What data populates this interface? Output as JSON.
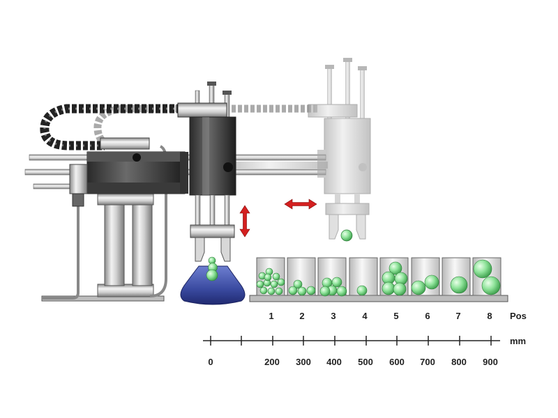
{
  "positions": {
    "numbers": [
      "1",
      "2",
      "3",
      "4",
      "5",
      "6",
      "7",
      "8"
    ],
    "label": "Pos"
  },
  "scale": {
    "unit": "mm",
    "tick_labels": [
      "0",
      "200",
      "300",
      "400",
      "500",
      "600",
      "700",
      "800",
      "900"
    ]
  },
  "colors": {
    "arrow": "#d42020",
    "ball": "#6fd07a",
    "bowl": "#3a4aa0",
    "metal": "#c8c8c8"
  },
  "icons": {
    "vertical_motion": "double-arrow-vertical-icon",
    "horizontal_motion": "double-arrow-horizontal-icon"
  }
}
